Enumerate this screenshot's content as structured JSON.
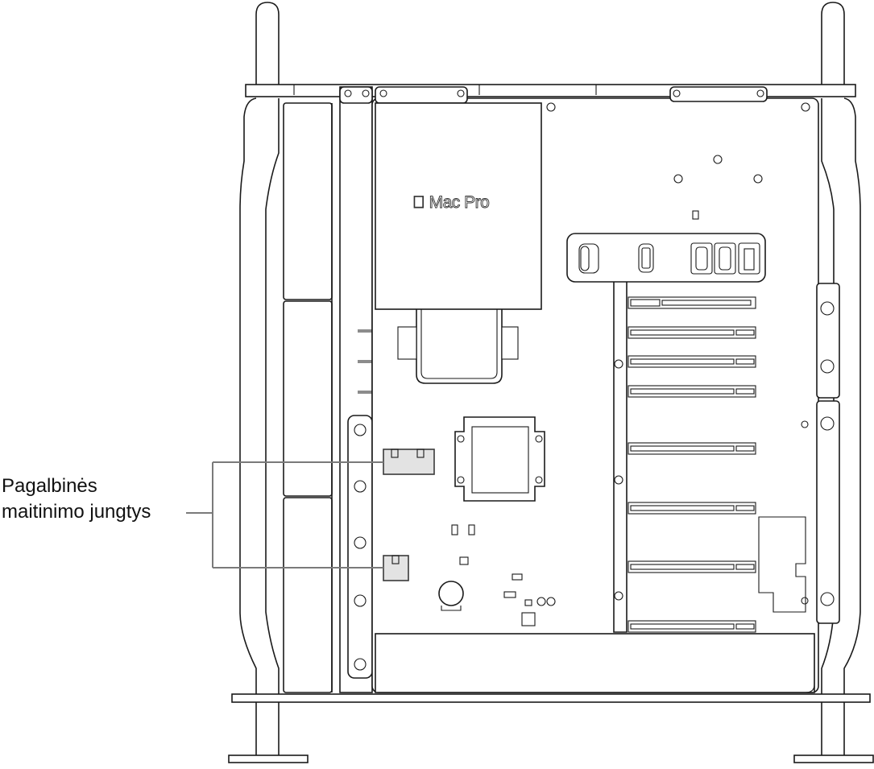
{
  "diagram": {
    "subject": "Mac Pro",
    "brand_logo": "apple-logo",
    "brand_text": "Mac Pro",
    "callouts": [
      {
        "id": "auxiliary-power-connectors",
        "lines": [
          "Pagalbinės",
          "maitinimo jungtys"
        ],
        "targets": 2
      }
    ],
    "colors": {
      "line": "#1a1a1a",
      "highlight_fill": "#e3e3e3",
      "callout_line": "#7a7a7a",
      "background": "#ffffff"
    }
  }
}
